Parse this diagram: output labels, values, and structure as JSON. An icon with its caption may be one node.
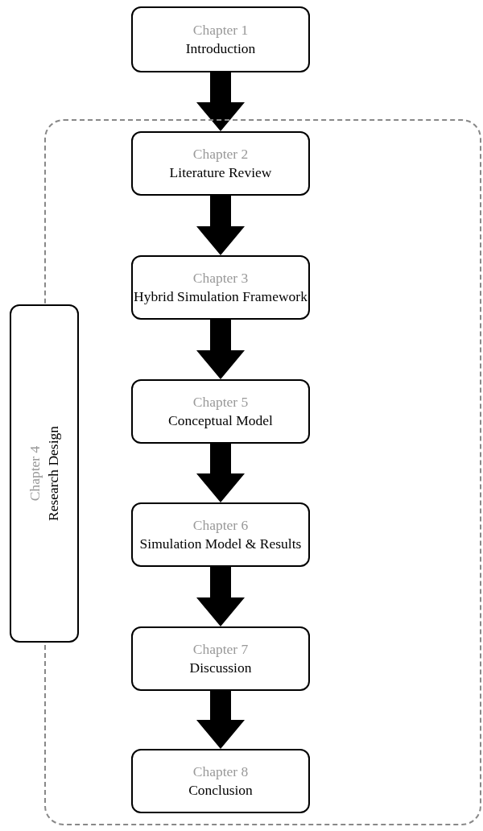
{
  "diagram": {
    "nodes": [
      {
        "text": [
          "Chapter 1",
          "Introduction"
        ]
      },
      {
        "text": [],
        "shape": "box"
      },
      {
        "text": [
          "Chapter 4",
          "Research Design"
        ]
      },
      {
        "text": [
          "Chapter 2",
          "Literature Review"
        ],
        "in": 1
      },
      {
        "text": [
          "Chapter 3",
          "Hybrid Simulation Framework"
        ],
        "in": 1
      },
      {
        "text": [
          "Chapter 5",
          "Conceptual Model"
        ],
        "in": 1
      },
      {
        "text": [
          "Chapter 6",
          "Simulation Model & Results"
        ],
        "in": 1
      },
      {
        "text": [
          "Chapter 7",
          "Discussion"
        ],
        "in": 1
      },
      {
        "text": [
          "Chapter 8",
          "Conclusion"
        ],
        "in": 1
      }
    ],
    "edges": [
      {
        "from": 0,
        "to": 3,
        "arrow": "to",
        "style": "thick"
      },
      {
        "from": 3,
        "to": 4,
        "arrow": "to",
        "style": "thick"
      },
      {
        "from": 4,
        "to": 5,
        "arrow": "to",
        "style": "thick"
      },
      {
        "from": 5,
        "to": 6,
        "arrow": "to",
        "style": "thick"
      },
      {
        "from": 6,
        "to": 7,
        "arrow": "to",
        "style": "thick"
      },
      {
        "from": 7,
        "to": 8,
        "arrow": "to",
        "style": "thick"
      }
    ]
  }
}
